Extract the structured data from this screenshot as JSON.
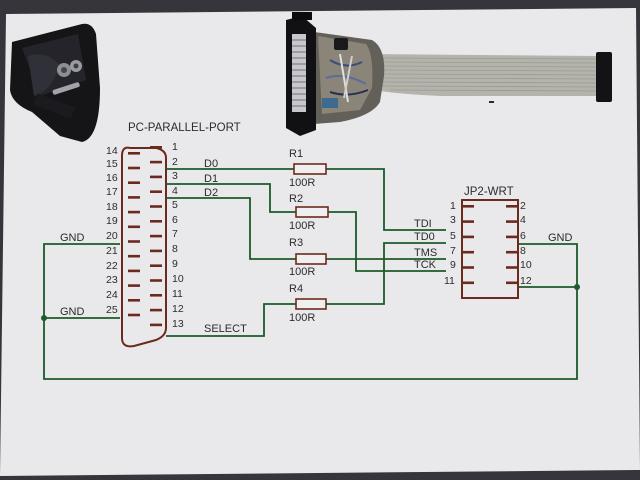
{
  "photo": {
    "paper_color": "#e9e9ec",
    "trace_color": "#1c5a2a",
    "ink_color": "#6b2a1e"
  },
  "schematic": {
    "db25": {
      "title": "PC-PARALLEL-PORT",
      "left_pins": [
        "14",
        "15",
        "16",
        "17",
        "18",
        "19",
        "20",
        "21",
        "22",
        "23",
        "24",
        "25"
      ],
      "right_pins": [
        "1",
        "2",
        "3",
        "4",
        "5",
        "6",
        "7",
        "8",
        "9",
        "10",
        "11",
        "12",
        "13"
      ]
    },
    "jp2": {
      "title": "JP2-WRT",
      "left_pins": [
        "1",
        "3",
        "5",
        "7",
        "9",
        "11"
      ],
      "right_pins": [
        "2",
        "4",
        "6",
        "8",
        "10",
        "12"
      ]
    },
    "resistors": [
      {
        "ref": "R1",
        "value": "100R"
      },
      {
        "ref": "R2",
        "value": "100R"
      },
      {
        "ref": "R3",
        "value": "100R"
      },
      {
        "ref": "R4",
        "value": "100R"
      }
    ],
    "nets": {
      "d0": "D0",
      "d1": "D1",
      "d2": "D2",
      "select": "SELECT",
      "gnd1": "GND",
      "gnd2": "GND",
      "gnd3": "GND",
      "tdi": "TDI",
      "tdo": "TD0",
      "tms": "TMS",
      "tck": "TCK"
    }
  }
}
